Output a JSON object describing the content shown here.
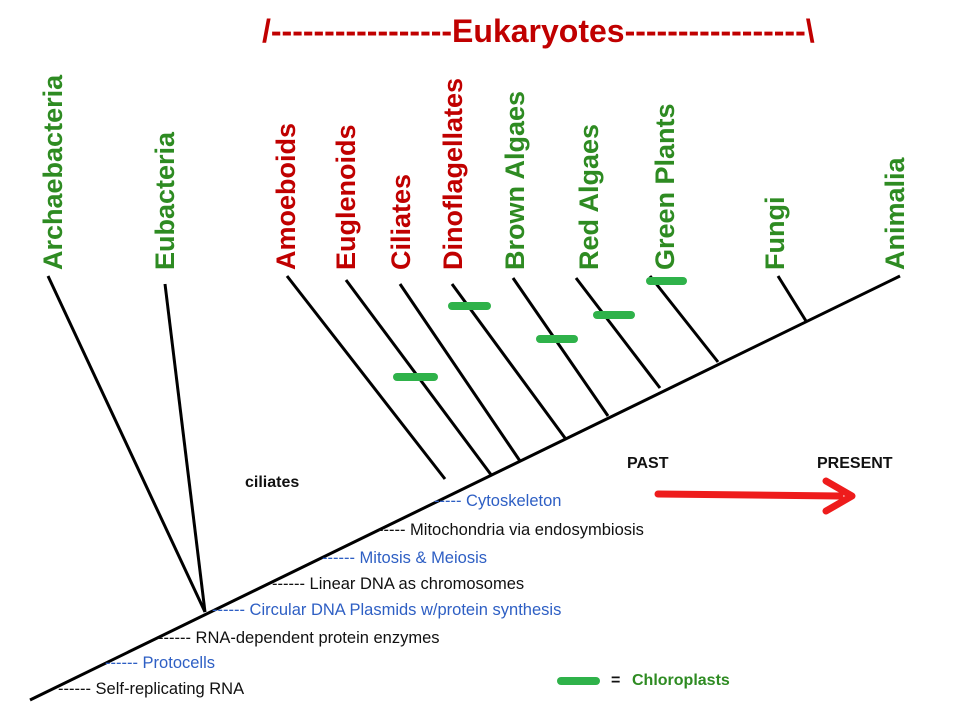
{
  "header": {
    "title": "/-----------------Eukaryotes-----------------\\"
  },
  "taxa": [
    {
      "label": "Archaebacteria",
      "group": "prokaryote"
    },
    {
      "label": "Eubacteria",
      "group": "prokaryote"
    },
    {
      "label": "Amoeboids",
      "group": "eukaryote"
    },
    {
      "label": "Euglenoids",
      "group": "eukaryote"
    },
    {
      "label": "Ciliates",
      "group": "eukaryote"
    },
    {
      "label": "Dinoflagellates",
      "group": "eukaryote"
    },
    {
      "label": "Brown Algaes",
      "group": "prokaryote"
    },
    {
      "label": "Red Algaes",
      "group": "prokaryote"
    },
    {
      "label": "Green Plants",
      "group": "prokaryote"
    },
    {
      "label": "Fungi",
      "group": "prokaryote"
    },
    {
      "label": "Animalia",
      "group": "prokaryote"
    }
  ],
  "milestones": [
    {
      "text": "------  Self-replicating RNA",
      "color": "black"
    },
    {
      "text": "------  Protocells",
      "color": "blue"
    },
    {
      "text": "------  RNA-dependent protein enzymes",
      "color": "black"
    },
    {
      "text": "------  Circular DNA Plasmids w/protein synthesis",
      "color": "blue"
    },
    {
      "text": "------  Linear DNA as chromosomes",
      "color": "black"
    },
    {
      "text": "------  Mitosis & Meiosis",
      "color": "blue"
    },
    {
      "text": "----- Mitochondria via endosymbiosis",
      "color": "black"
    },
    {
      "text": "----- Cytoskeleton",
      "color": "blue"
    }
  ],
  "ciliates_note": "ciliates",
  "timeline": {
    "past": "PAST",
    "present": "PRESENT"
  },
  "legend": {
    "equals": "=",
    "label": "Chloroplasts"
  },
  "colors": {
    "green": "#2e8b22",
    "red_text": "#c00000",
    "blue": "#2e5fc4",
    "chloroplast": "#2fb24a",
    "arrow": "#ee1c1c"
  }
}
